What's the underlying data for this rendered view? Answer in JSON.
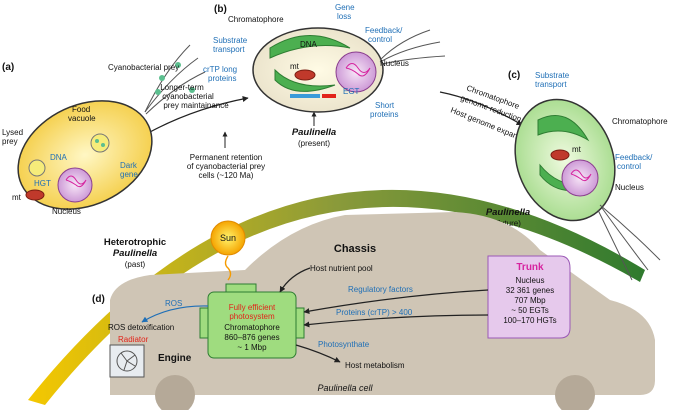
{
  "panels": {
    "a": "(a)",
    "b": "(b)",
    "c": "(c)",
    "d": "(d)"
  },
  "panel_a": {
    "cyanobacterial_prey": "Cyanobacterial prey",
    "food_vacuole_1": "Food",
    "food_vacuole_2": "vacuole",
    "lysed_prey_1": "Lysed",
    "lysed_prey_2": "prey",
    "dna": "DNA",
    "hgt": "HGT",
    "mt": "mt",
    "nucleus": "Nucleus",
    "dark_gene_1": "Dark",
    "dark_gene_2": "gene",
    "title_1": "Heterotrophic",
    "title_2": "Paulinella",
    "title_3": "(past)"
  },
  "panel_b": {
    "chromatophore": "Chromatophore",
    "substrate_1": "Substrate",
    "substrate_2": "transport",
    "gene_1": "Gene",
    "gene_2": "loss",
    "feedback_1": "Feedback/",
    "feedback_2": "control",
    "dna": "DNA",
    "nucleus": "Nucleus",
    "crtp_1": "crTP long",
    "crtp_2": "proteins",
    "mt": "mt",
    "egt": "EGT",
    "short_1": "Short",
    "short_2": "proteins",
    "title_1": "Paulinella",
    "title_2": "(present)"
  },
  "panel_c": {
    "substrate_1": "Substrate",
    "substrate_2": "transport",
    "chromatophore": "Chromatophore",
    "mt": "mt",
    "feedback_1": "Feedback/",
    "feedback_2": "control",
    "nucleus": "Nucleus",
    "title_1": "Paulinella",
    "title_2": "(future)"
  },
  "arrows": {
    "left_1": "Longer-term",
    "left_2": "cyanobacterial",
    "left_3": "prey maintainance",
    "right_1": "Chromatophore",
    "right_2": "genome reduction",
    "right_3": "Host genome expansion",
    "retention_1": "Permanent retention",
    "retention_2": "of cyanobacterial prey",
    "retention_3": "cells (~120 Ma)"
  },
  "panel_d": {
    "sun": "Sun",
    "chassis": "Chassis",
    "host_pool": "Host nutrient pool",
    "trunk": "Trunk",
    "trunk_nucleus": "Nucleus",
    "trunk_genes": "32 361 genes",
    "trunk_mbp": "707 Mbp",
    "trunk_egts": "~ 50 EGTs",
    "trunk_hgts": "100–170 HGTs",
    "ros": "ROS",
    "regulatory": "Regulatory factors",
    "proteins": "Proteins (crTP) > 400",
    "photosynthate": "Photosynthate",
    "engine_red_1": "Fully efficient",
    "engine_red_2": "photosystem",
    "engine_chrom": "Chromatophore",
    "engine_genes": "860–876 genes",
    "engine_mbp": "~ 1 Mbp",
    "ros_detox": "ROS detoxification",
    "radiator": "Radiator",
    "engine": "Engine",
    "host_metabolism": "Host metabolism",
    "cell_caption": "Paulinella cell"
  },
  "colors": {
    "blue_label": "#1f6fb6",
    "red_label": "#e2231a",
    "magenta_trunk": "#d6249f",
    "car_body": "#cfc5b5",
    "trunk_fill": "#e6c9ec",
    "engine_fill": "#9fdc7f",
    "arc_light": "#f2c200",
    "arc_dark": "#2f7a2e"
  }
}
